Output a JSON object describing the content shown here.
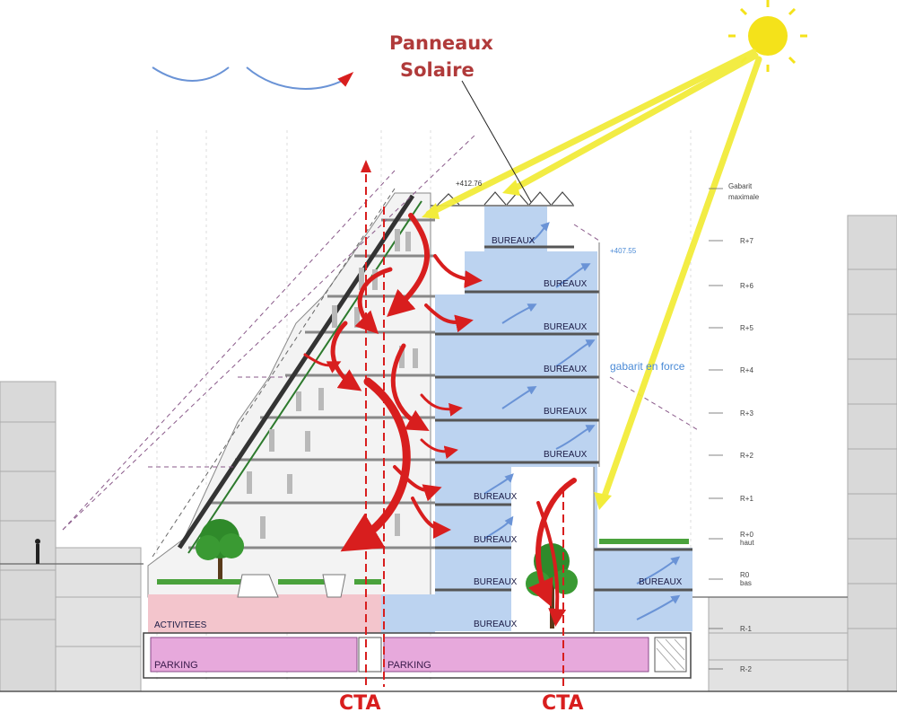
{
  "labels": {
    "solar_panels_line1": "Panneaux",
    "solar_panels_line2": "Solaire",
    "cta_left": "CTA",
    "cta_right": "CTA",
    "activites": "ACTIVITEES",
    "parking_left": "PARKING",
    "parking_right": "PARKING",
    "gabarit_force": "gabarit en force",
    "elev_top": "+412.76",
    "elev_second": "+407.55",
    "gabarit_maximale_1": "Gabarit",
    "gabarit_maximale_2": "maximale"
  },
  "bureaux": [
    {
      "label": "BUREAUX"
    },
    {
      "label": "BUREAUX"
    },
    {
      "label": "BUREAUX"
    },
    {
      "label": "BUREAUX"
    },
    {
      "label": "BUREAUX"
    },
    {
      "label": "BUREAUX"
    },
    {
      "label": "BUREAUX"
    },
    {
      "label": "BUREAUX"
    },
    {
      "label": "BUREAUX"
    },
    {
      "label": "BUREAUX"
    },
    {
      "label": "BUREAUX"
    }
  ],
  "levels": [
    {
      "label": "R+7"
    },
    {
      "label": "R+6"
    },
    {
      "label": "R+5"
    },
    {
      "label": "R+4"
    },
    {
      "label": "R+3"
    },
    {
      "label": "R+2"
    },
    {
      "label": "R+1"
    },
    {
      "label": "R+0"
    },
    {
      "label": "haut"
    },
    {
      "label": "R0"
    },
    {
      "label": "bas"
    },
    {
      "label": "R-1"
    },
    {
      "label": "R-2"
    }
  ],
  "colors": {
    "sun": "#f4e21a",
    "sun_rays": "#f2ec3a",
    "airflow": "#d81e1e",
    "office_blue": "#bcd3f0",
    "activites_pink": "#f3c5cc",
    "parking_purple": "#e7a9dc",
    "title_red": "#b03a3a",
    "tree_green": "#2f8a2a"
  }
}
